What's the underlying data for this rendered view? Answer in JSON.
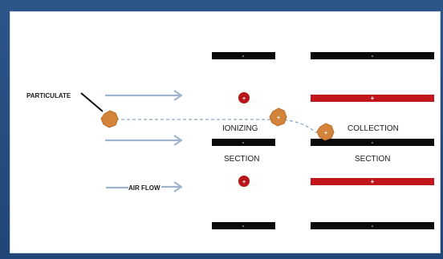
{
  "diagram": {
    "labels": {
      "particulate": "PARTICULATE",
      "air_flow": "AIR FLOW",
      "ionizing": "IONIZING",
      "ionizing_section": "SECTION",
      "collection": "COLLECTION",
      "collection_section": "SECTION"
    },
    "signs": {
      "negative": "-",
      "positive": "+"
    },
    "colors": {
      "frame": "#22497a",
      "panel": "#ffffff",
      "arrow": "#9fb3cf",
      "particle": "#d4833a",
      "negative_plate": "#0a0a0a",
      "positive_plate": "#c0161c",
      "ion_dot": "#b8141a",
      "flow_path": "#86a6c7"
    }
  }
}
